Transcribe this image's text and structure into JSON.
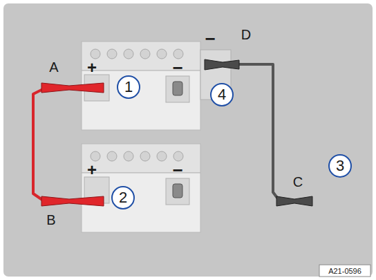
{
  "diagram": {
    "nodes": [
      {
        "text": [
          "1"
        ]
      },
      {
        "text": [
          "2"
        ]
      },
      {
        "text": [
          "3"
        ]
      },
      {
        "text": [
          "4"
        ]
      }
    ],
    "labels": [
      "+",
      "−",
      "+",
      "−",
      "−",
      "A",
      "B",
      "C",
      "D",
      "A21-0596"
    ]
  }
}
